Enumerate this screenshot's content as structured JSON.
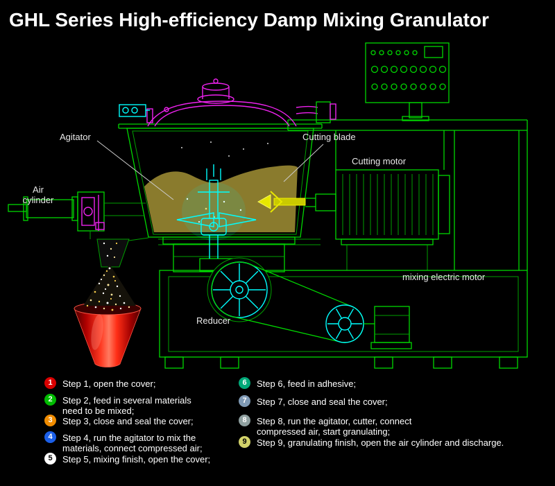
{
  "title": "GHL Series High-efficiency Damp Mixing Granulator",
  "diagram": {
    "labels": {
      "agitator": "Agitator",
      "cutting_blade": "Cutting blade",
      "cutting_motor": "Cutting motor",
      "air_cylinder": "Air\ncylinder",
      "reducer": "Reducer",
      "mixing_motor": "mixing electric motor"
    },
    "colors": {
      "background": "#000000",
      "line_green": "#00d800",
      "lid_magenta": "#ee22ee",
      "agitator_cyan": "#00ffff",
      "blade_yellow": "#e8e800",
      "material_khaki": "#8a7b2d",
      "discharge_red": "#ee1111",
      "label_text": "#e9e9e9"
    }
  },
  "steps": [
    {
      "num": "1",
      "badge_color": "#d80000",
      "num_color": "#ffffff",
      "text": "Step 1, open the cover;"
    },
    {
      "num": "2",
      "badge_color": "#00bb00",
      "num_color": "#ffffff",
      "text": "Step 2, feed in several materials\nneed to be mixed;"
    },
    {
      "num": "3",
      "badge_color": "#f08c00",
      "num_color": "#ffffff",
      "text": "Step 3, close and seal the cover;"
    },
    {
      "num": "4",
      "badge_color": "#1b5fe8",
      "num_color": "#ffffff",
      "text": "Step 4, run the agitator to mix the\nmaterials, connect compressed air;"
    },
    {
      "num": "5",
      "badge_color": "#ffffff",
      "num_color": "#000000",
      "text": "Step 5, mixing finish, open the cover;"
    },
    {
      "num": "6",
      "badge_color": "#00a878",
      "num_color": "#ffffff",
      "text": "Step 6, feed in adhesive;"
    },
    {
      "num": "7",
      "badge_color": "#7f9ab5",
      "num_color": "#ffffff",
      "text": "Step 7, close and seal the cover;"
    },
    {
      "num": "8",
      "badge_color": "#8fa0a0",
      "num_color": "#ffffff",
      "text": "Step 8, run the agitator, cutter, connect\ncompressed air, start granulating;"
    },
    {
      "num": "9",
      "badge_color": "#d3d36a",
      "num_color": "#000000",
      "text": "Step 9, granulating finish, open the air cylinder and discharge."
    }
  ]
}
